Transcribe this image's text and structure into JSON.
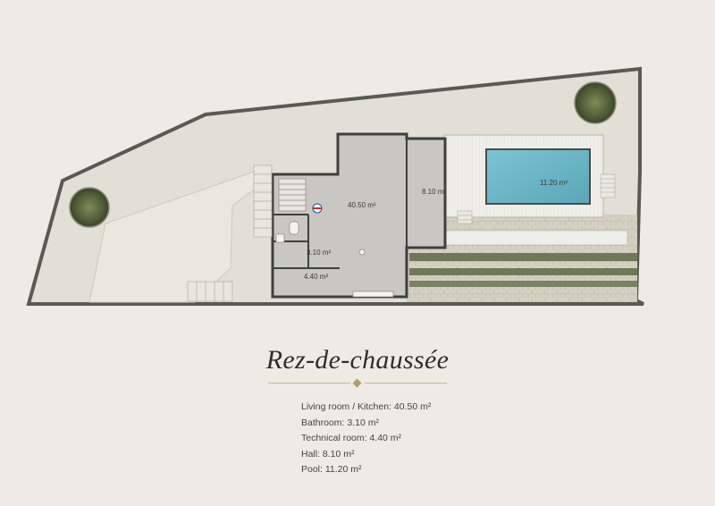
{
  "plan": {
    "rooms": [
      {
        "id": "living",
        "label": "40.50 m²"
      },
      {
        "id": "hall",
        "label": "8.10 m²"
      },
      {
        "id": "pool",
        "label": "11.20 m²"
      },
      {
        "id": "bathroom",
        "label": "3.10 m²"
      },
      {
        "id": "technical",
        "label": "4.40 m²"
      }
    ],
    "colors": {
      "background": "#eeebe5",
      "wall": "#5a5a55",
      "terrain": "#e2ddd4",
      "room_floor": "#c9c7c2",
      "pool_water": "#6fb8c9",
      "deck": "#efede9",
      "stone": "#d0cabd",
      "greenery": "#5e6a44",
      "accent_gold": "#b69b64"
    }
  },
  "title": "Rez-de-chaussée",
  "legend": [
    "Living room / Kitchen: 40.50 m²",
    "Bathroom: 3.10 m²",
    "Technical room: 4.40 m²",
    "Hall: 8.10 m²",
    "Pool: 11.20 m²"
  ]
}
